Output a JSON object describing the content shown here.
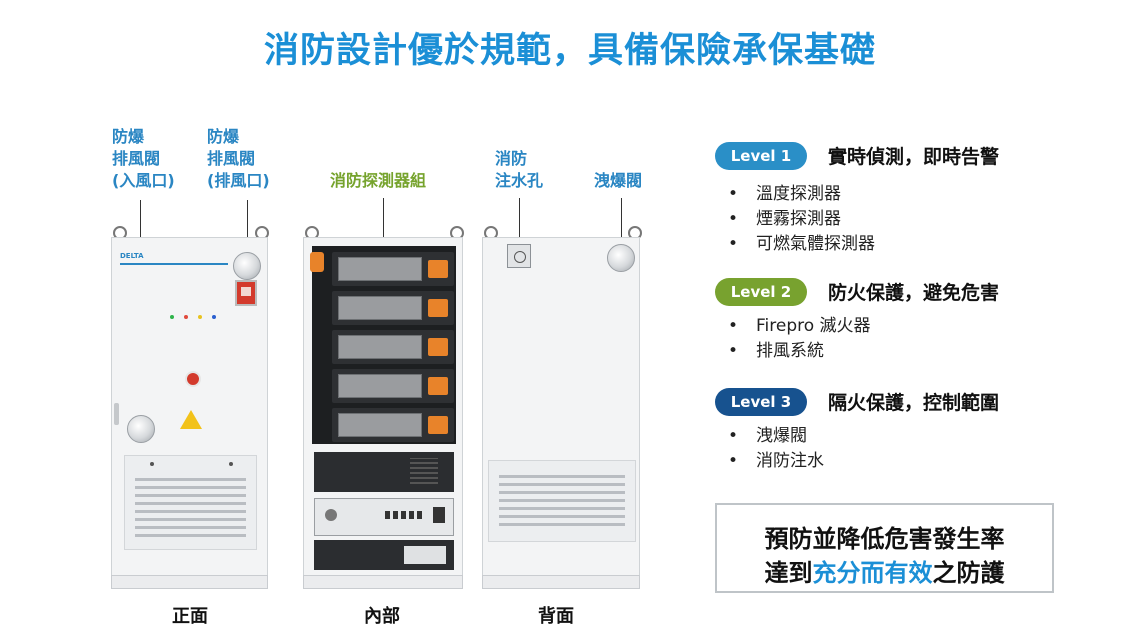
{
  "title": "消防設計優於規範，具備保險承保基礎",
  "labels": {
    "front_inlet": [
      "防爆",
      "排風閥",
      "(入風口)"
    ],
    "front_outlet": [
      "防爆",
      "排風閥",
      "(排風口)"
    ],
    "detectors": "消防探測器組",
    "water_inlet": [
      "消防",
      "注水孔"
    ],
    "relief_valve": "洩爆閥"
  },
  "cabinet_brand": "DELTA",
  "captions": {
    "front": "正面",
    "inside": "內部",
    "back": "背面"
  },
  "levels": [
    {
      "badge": "Level 1",
      "color": "#2a8fc7",
      "heading": "實時偵測，即時告警",
      "items": [
        "溫度探測器",
        "煙霧探測器",
        "可燃氣體探測器"
      ]
    },
    {
      "badge": "Level 2",
      "color": "#78a22f",
      "heading": "防火保護，避免危害",
      "items": [
        "Firepro 滅火器",
        "排風系統"
      ]
    },
    {
      "badge": "Level 3",
      "color": "#17528f",
      "heading": "隔火保護，控制範圍",
      "items": [
        "洩爆閥",
        "消防注水"
      ]
    }
  ],
  "summary": {
    "line1": "預防並降低危害發生率",
    "line2_prefix": "達到",
    "line2_highlight": "充分而有效",
    "line2_suffix": "之防護"
  },
  "bullet": "•"
}
